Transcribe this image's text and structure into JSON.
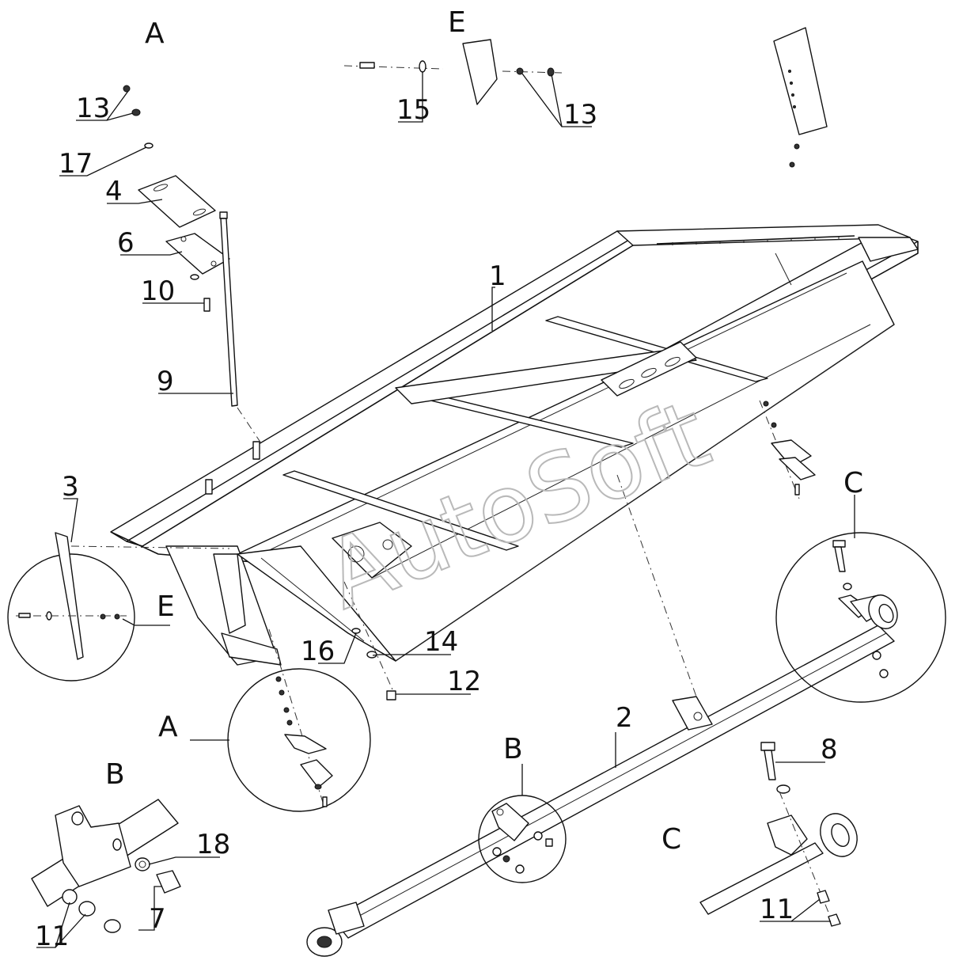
{
  "watermark": "AutoSoft",
  "views": {
    "A_top": "A",
    "E_top": "E",
    "E_left": "E",
    "A_mid": "A",
    "B_left": "B",
    "B_center": "B",
    "C_right": "C",
    "C_bottom": "C"
  },
  "callouts": {
    "c1": "1",
    "c2": "2",
    "c3": "3",
    "c4": "4",
    "c6": "6",
    "c7": "7",
    "c8": "8",
    "c9": "9",
    "c10": "10",
    "c11a": "11",
    "c11b": "11",
    "c12": "12",
    "c13a": "13",
    "c13b": "13",
    "c14": "14",
    "c15": "15",
    "c16": "16",
    "c17": "17",
    "c18": "18"
  }
}
